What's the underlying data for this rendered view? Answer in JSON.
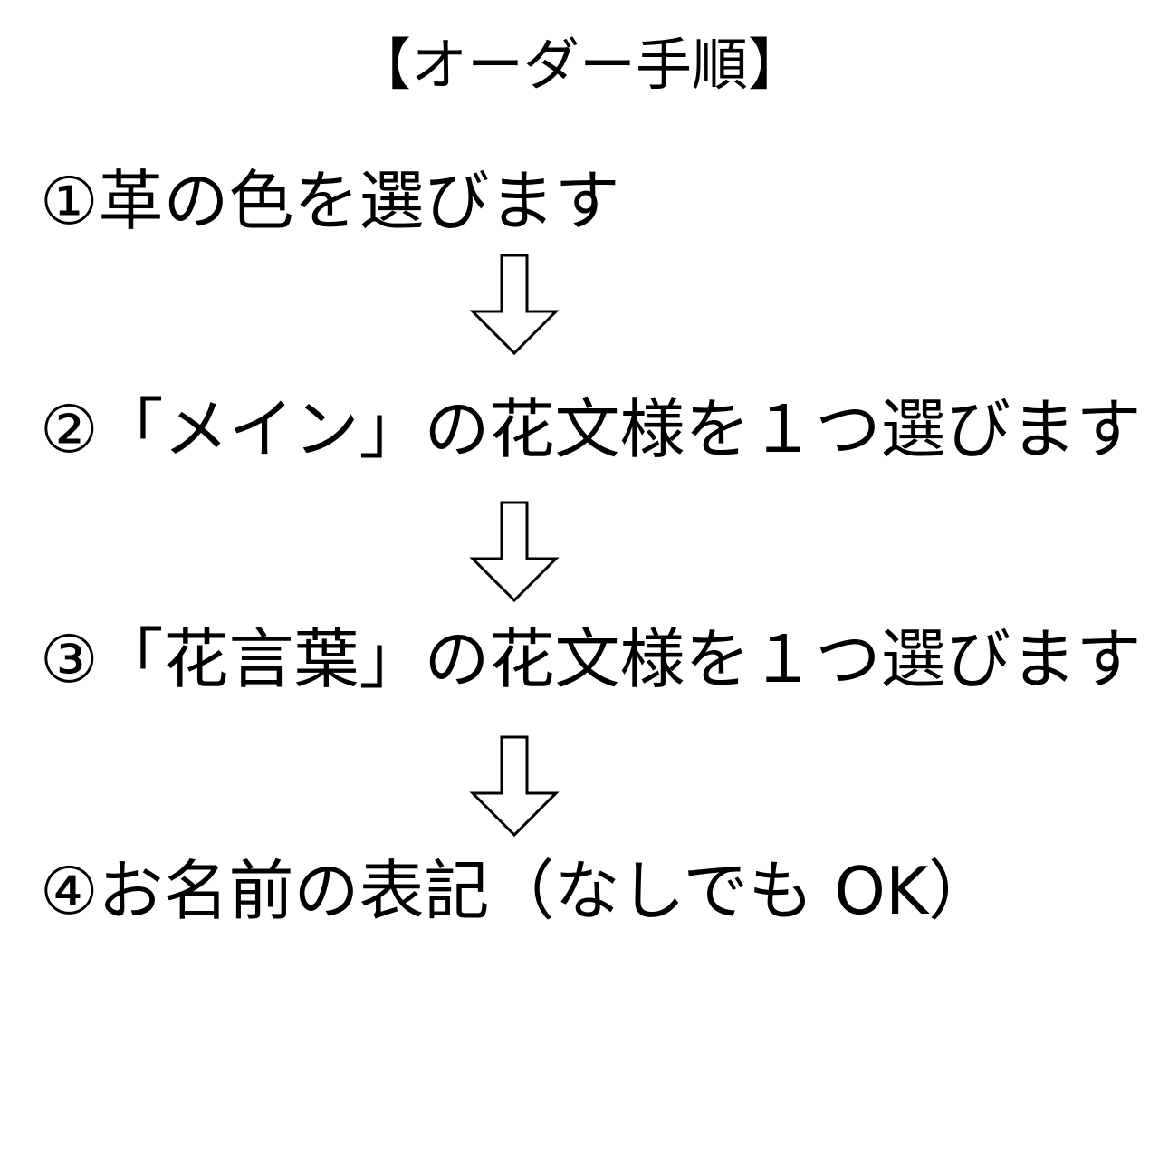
{
  "title": "【オーダー手順】",
  "steps": [
    {
      "text": "①革の色を選びます"
    },
    {
      "text": "②「メイン」の花文様を１つ選びます"
    },
    {
      "text": "③「花言葉」の花文様を１つ選びます"
    },
    {
      "text": "④お名前の表記（なしでも OK）"
    }
  ],
  "arrow_icon": "down-arrow-outline",
  "colors": {
    "text": "#000000",
    "background": "#ffffff"
  }
}
